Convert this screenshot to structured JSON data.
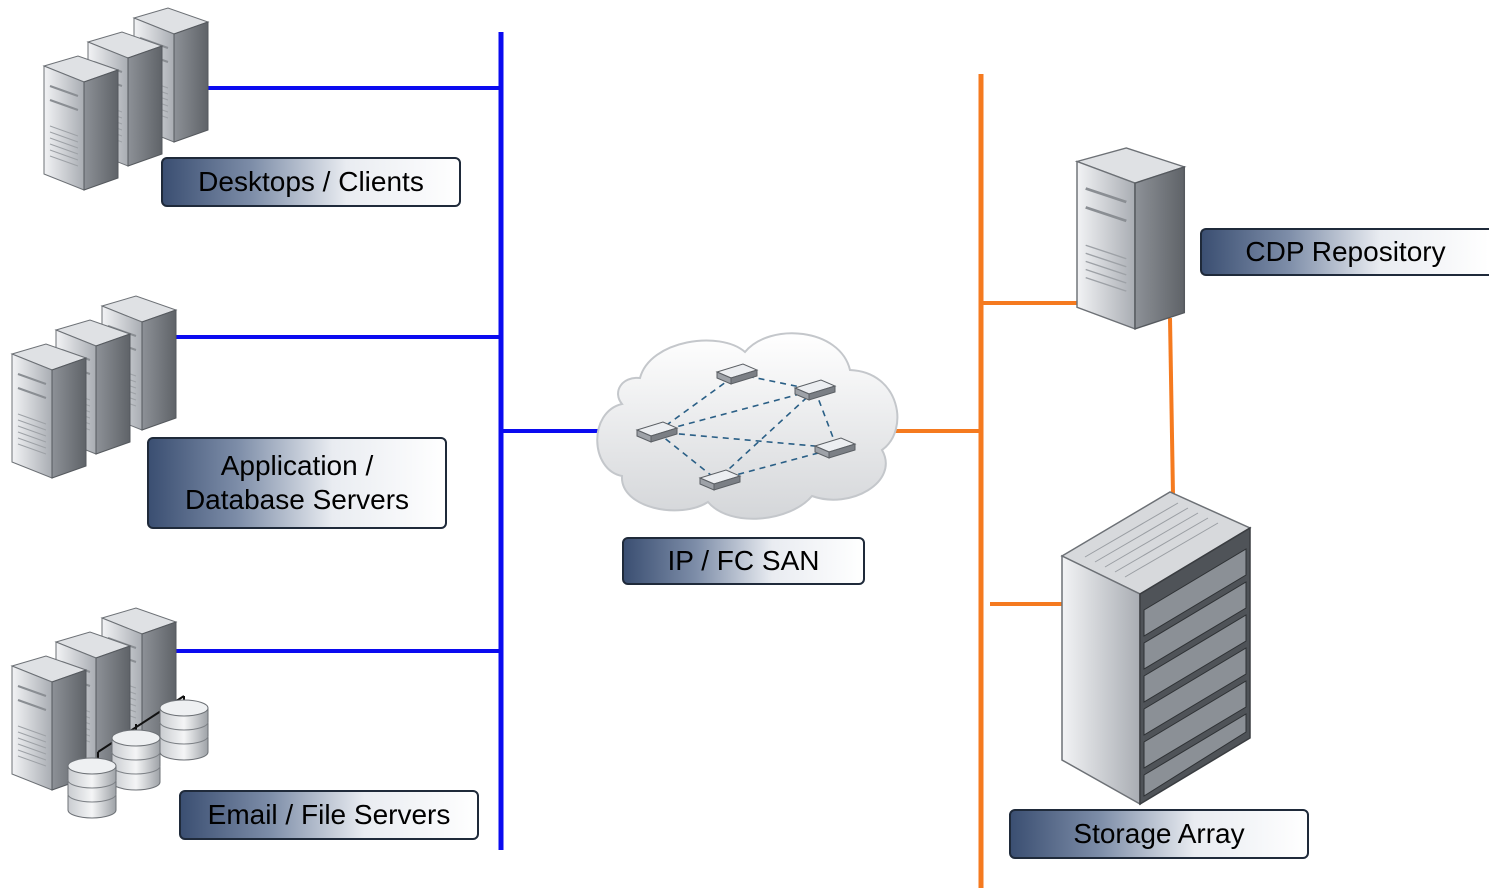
{
  "colors": {
    "client_bus": "#0b0bf0",
    "storage_bus": "#f57a1f",
    "label_gradient_dark": "#3b4f72",
    "label_border": "#1f2a3a"
  },
  "icons": {
    "server_group": "server-rack-icon",
    "cloud": "cloud-network-icon",
    "switch": "network-switch-icon",
    "disk": "disk-stack-icon",
    "storage_array": "storage-array-icon"
  },
  "labels": {
    "desktops": "Desktops / Clients",
    "app_line1": "Application /",
    "app_line2": "Database Servers",
    "email": "Email / File Servers",
    "san": "IP / FC SAN",
    "cdp": "CDP Repository",
    "storage": "Storage Array"
  }
}
